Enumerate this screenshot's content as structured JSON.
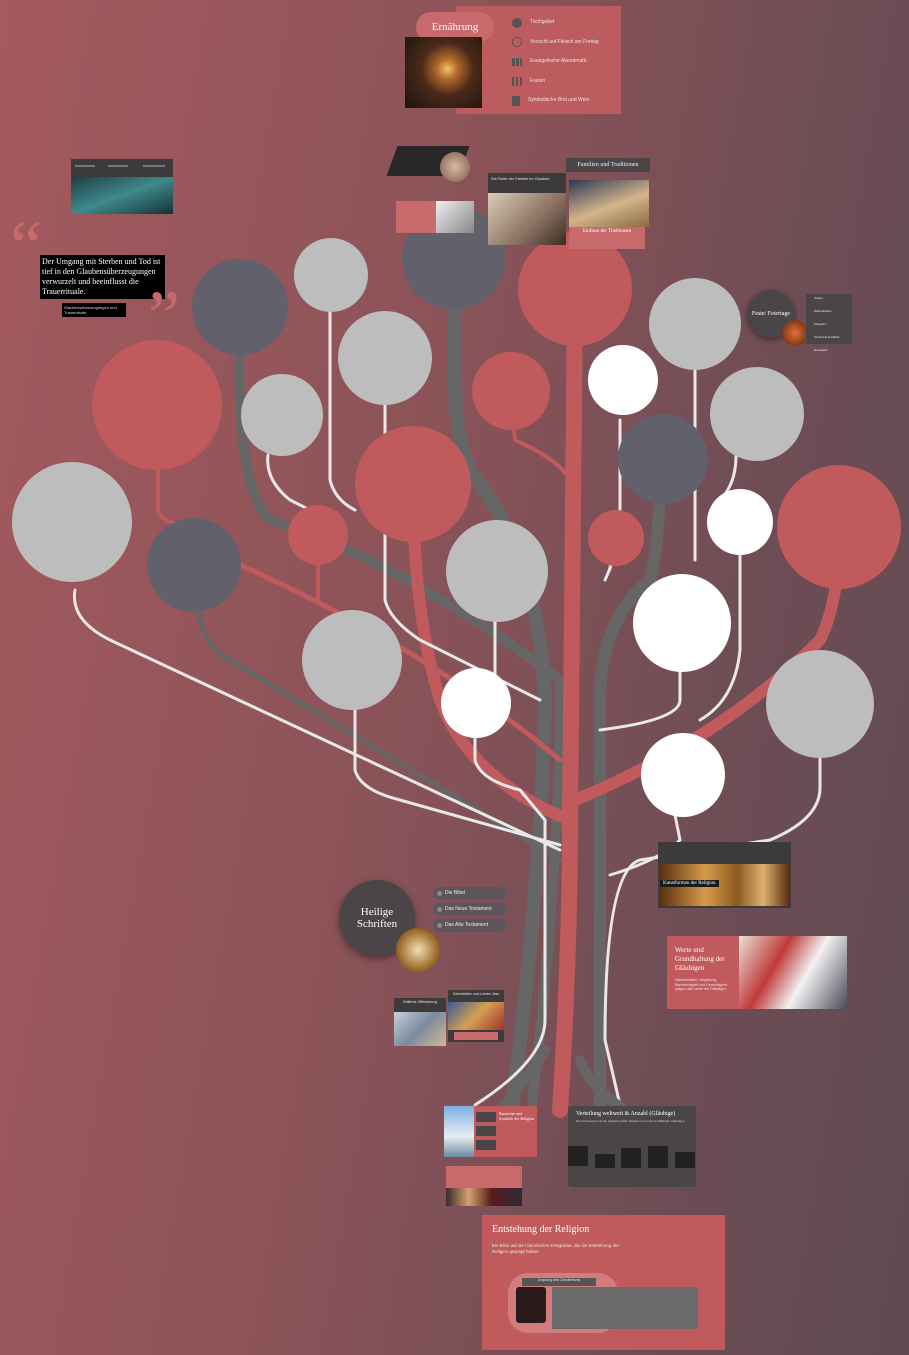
{
  "colors": {
    "rose": "#c05a5c",
    "grey": "#bdbdbd",
    "slate": "#61606b",
    "white": "#ffffff",
    "dark": "#4a4648",
    "branch_grey": "#6b6b6b",
    "branch_light": "#e8e8e8"
  },
  "nutrition": {
    "title": "Ernährung",
    "items": [
      {
        "icon": "globe-icon",
        "label": "Tischgebet"
      },
      {
        "icon": "ban-icon",
        "label": "Verzicht auf Fleisch am Freitag"
      },
      {
        "icon": "grid-icon",
        "label": "Evangelische Abendmahl"
      },
      {
        "icon": "bars-icon",
        "label": "Fasten"
      },
      {
        "icon": "doc-icon",
        "label": "Symbolische Brot und Wein"
      }
    ]
  },
  "quote": {
    "text": "Der Umgang mit Sterben und Tod ist tief in den Glaubensüberzeugungen verwurzelt und beeinflusst die Trauerrituale.",
    "caption": "Glaubensüberzeugungen und Trauerrituale"
  },
  "family": {
    "title": "Familien und Traditionen",
    "photo_caption": "Die Rolle der Familie im Glauben",
    "food_caption": "Einfluss der Traditionen"
  },
  "holidays": {
    "title": "Feste/ Feiertage",
    "items": [
      "Ostern",
      "Weihnachten",
      "Pfingsten",
      "Christi Himmelfahrt",
      "Erntedank"
    ]
  },
  "scripture": {
    "title": "Heilige Schriften",
    "items": [
      "Die Bibel",
      "Das Neue Testament",
      "Das Alte Testament"
    ],
    "card1": "Göttliche Offenbarung",
    "card2": "Geschichten und Lehren Jesu"
  },
  "values": {
    "title": "Werte und Grundhaltung der Gläubigen",
    "text": "Nächstenliebe, Vergebung, Barmherzigkeit und Gerechtigkeit prägen das Leben der Gläubigen."
  },
  "art": {
    "caption": "Kunstformen der Religion"
  },
  "spread": {
    "title": "Verteilung weltweit & Anzahl (Gläubige)",
    "text": "Das Christentum ist die weltweit größte Religion mit rund 2,4 Milliarden Gläubigen."
  },
  "monuments": {
    "title": "Bauwerke und Symbole der Religion"
  },
  "origin": {
    "title": "Entstehung der Religion",
    "text": "Ein Blick auf die historischen Ereignisse, die die Entstehung der Religion geprägt haben.",
    "inner_title": "Ursprung des Christentums"
  }
}
